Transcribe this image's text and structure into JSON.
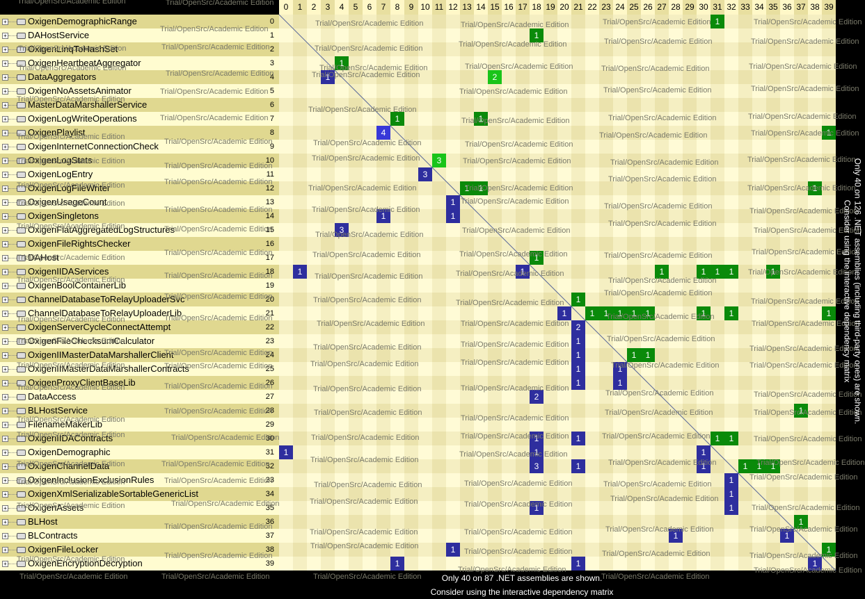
{
  "assemblies": [
    "OxigenDemographicRange",
    "DAHostService",
    "OxigenLinqToHashSet",
    "OxigenHeartbeatAggregator",
    "DataAggregators",
    "OxigenNoAssetsAnimator",
    "MasterDataMarshallerService",
    "OxigenLogWriteOperations",
    "OxigenPlaylist",
    "OxigenInternetConnectionCheck",
    "OxigenLogStats",
    "OxigenLogEntry",
    "OxigenLogFileWriter",
    "OxigenUsageCount",
    "OxigenSingletons",
    "OxigenFlatAggregatedLogStructures",
    "OxigenFileRightsChecker",
    "DAHost",
    "OxigenIIDAServices",
    "OxigenBoolContainerLib",
    "ChannelDatabaseToRelayUploaderSvc",
    "ChannelDatabaseToRelayUploaderLib",
    "OxigenServerCycleConnectAttempt",
    "OxigenFileChecksumCalculator",
    "OxigenIIMasterDataMarshallerClient",
    "OxigenIIMasterDataMarshallerContracts",
    "OxigenProxyClientBaseLib",
    "DataAccess",
    "BLHostService",
    "FilenameMakerLib",
    "OxigenIIDAContracts",
    "OxigenDemographic",
    "OxigenChannelData",
    "OxigenInclusionExclusionRules",
    "OxigenXmlSerializableSortableGenericList",
    "OxigenAssets",
    "BLHost",
    "BLContracts",
    "OxigenFileLocker",
    "OxigenEncryptionDecryption"
  ],
  "dependencies": [
    {
      "r": 0,
      "c": 31,
      "v": "1",
      "k": "g"
    },
    {
      "r": 1,
      "c": 18,
      "v": "1",
      "k": "g"
    },
    {
      "r": 3,
      "c": 4,
      "v": "1",
      "k": "g"
    },
    {
      "r": 4,
      "c": 3,
      "v": "1",
      "k": "b"
    },
    {
      "r": 4,
      "c": 15,
      "v": "2",
      "k": "l"
    },
    {
      "r": 7,
      "c": 8,
      "v": "1",
      "k": "g"
    },
    {
      "r": 7,
      "c": 14,
      "v": "1",
      "k": "g"
    },
    {
      "r": 8,
      "c": 7,
      "v": "4",
      "k": "p"
    },
    {
      "r": 8,
      "c": 39,
      "v": "1",
      "k": "g"
    },
    {
      "r": 10,
      "c": 11,
      "v": "3",
      "k": "l"
    },
    {
      "r": 11,
      "c": 10,
      "v": "3",
      "k": "b"
    },
    {
      "r": 12,
      "c": 13,
      "v": "1",
      "k": "g"
    },
    {
      "r": 12,
      "c": 14,
      "v": "1",
      "k": "g"
    },
    {
      "r": 12,
      "c": 38,
      "v": "1",
      "k": "g"
    },
    {
      "r": 13,
      "c": 12,
      "v": "1",
      "k": "b"
    },
    {
      "r": 14,
      "c": 7,
      "v": "1",
      "k": "b"
    },
    {
      "r": 14,
      "c": 12,
      "v": "1",
      "k": "b"
    },
    {
      "r": 15,
      "c": 4,
      "v": "3",
      "k": "b"
    },
    {
      "r": 17,
      "c": 18,
      "v": "1",
      "k": "g"
    },
    {
      "r": 18,
      "c": 1,
      "v": "1",
      "k": "b"
    },
    {
      "r": 18,
      "c": 17,
      "v": "1",
      "k": "b"
    },
    {
      "r": 18,
      "c": 27,
      "v": "1",
      "k": "g"
    },
    {
      "r": 18,
      "c": 30,
      "v": "1",
      "k": "g"
    },
    {
      "r": 18,
      "c": 31,
      "v": "1",
      "k": "g"
    },
    {
      "r": 18,
      "c": 32,
      "v": "1",
      "k": "g"
    },
    {
      "r": 18,
      "c": 35,
      "v": "1",
      "k": "g"
    },
    {
      "r": 20,
      "c": 21,
      "v": "1",
      "k": "g"
    },
    {
      "r": 21,
      "c": 20,
      "v": "1",
      "k": "b"
    },
    {
      "r": 21,
      "c": 22,
      "v": "1",
      "k": "g"
    },
    {
      "r": 21,
      "c": 23,
      "v": "1",
      "k": "g"
    },
    {
      "r": 21,
      "c": 24,
      "v": "1",
      "k": "g"
    },
    {
      "r": 21,
      "c": 25,
      "v": "1",
      "k": "g"
    },
    {
      "r": 21,
      "c": 26,
      "v": "1",
      "k": "g"
    },
    {
      "r": 21,
      "c": 30,
      "v": "1",
      "k": "g"
    },
    {
      "r": 21,
      "c": 32,
      "v": "1",
      "k": "g"
    },
    {
      "r": 21,
      "c": 39,
      "v": "1",
      "k": "g"
    },
    {
      "r": 22,
      "c": 21,
      "v": "2",
      "k": "b"
    },
    {
      "r": 23,
      "c": 21,
      "v": "1",
      "k": "b"
    },
    {
      "r": 24,
      "c": 21,
      "v": "1",
      "k": "b"
    },
    {
      "r": 24,
      "c": 25,
      "v": "1",
      "k": "g"
    },
    {
      "r": 24,
      "c": 26,
      "v": "1",
      "k": "g"
    },
    {
      "r": 25,
      "c": 21,
      "v": "1",
      "k": "b"
    },
    {
      "r": 25,
      "c": 24,
      "v": "1",
      "k": "b"
    },
    {
      "r": 26,
      "c": 21,
      "v": "1",
      "k": "b"
    },
    {
      "r": 26,
      "c": 24,
      "v": "1",
      "k": "b"
    },
    {
      "r": 27,
      "c": 18,
      "v": "2",
      "k": "b"
    },
    {
      "r": 28,
      "c": 37,
      "v": "1",
      "k": "g"
    },
    {
      "r": 30,
      "c": 18,
      "v": "1",
      "k": "b"
    },
    {
      "r": 30,
      "c": 21,
      "v": "1",
      "k": "b"
    },
    {
      "r": 30,
      "c": 31,
      "v": "1",
      "k": "g"
    },
    {
      "r": 30,
      "c": 32,
      "v": "1",
      "k": "g"
    },
    {
      "r": 31,
      "c": 0,
      "v": "1",
      "k": "b"
    },
    {
      "r": 31,
      "c": 18,
      "v": "1",
      "k": "b"
    },
    {
      "r": 31,
      "c": 30,
      "v": "1",
      "k": "b"
    },
    {
      "r": 32,
      "c": 18,
      "v": "3",
      "k": "b"
    },
    {
      "r": 32,
      "c": 21,
      "v": "1",
      "k": "b"
    },
    {
      "r": 32,
      "c": 30,
      "v": "1",
      "k": "b"
    },
    {
      "r": 32,
      "c": 33,
      "v": "1",
      "k": "g"
    },
    {
      "r": 32,
      "c": 34,
      "v": "1",
      "k": "g"
    },
    {
      "r": 32,
      "c": 35,
      "v": "1",
      "k": "g"
    },
    {
      "r": 33,
      "c": 32,
      "v": "1",
      "k": "b"
    },
    {
      "r": 34,
      "c": 32,
      "v": "1",
      "k": "b"
    },
    {
      "r": 35,
      "c": 18,
      "v": "1",
      "k": "b"
    },
    {
      "r": 35,
      "c": 32,
      "v": "1",
      "k": "b"
    },
    {
      "r": 36,
      "c": 37,
      "v": "1",
      "k": "g"
    },
    {
      "r": 37,
      "c": 28,
      "v": "1",
      "k": "b"
    },
    {
      "r": 37,
      "c": 36,
      "v": "1",
      "k": "b"
    },
    {
      "r": 38,
      "c": 12,
      "v": "1",
      "k": "b"
    },
    {
      "r": 38,
      "c": 39,
      "v": "1",
      "k": "g"
    },
    {
      "r": 39,
      "c": 8,
      "v": "1",
      "k": "b"
    },
    {
      "r": 39,
      "c": 21,
      "v": "1",
      "k": "b"
    },
    {
      "r": 39,
      "c": 38,
      "v": "1",
      "k": "b"
    }
  ],
  "colors": {
    "g": "#0a8a0a",
    "l": "#19c419",
    "b": "#2e2e9e",
    "p": "#3838d8"
  },
  "watermark": "Trial/OpenSrc/Academic Edition",
  "right_note": [
    "Only 40 on 126 .NET assemblies (including third-party ones) are shown.",
    "Consider using the interactive dependency matrix"
  ],
  "bottom_note": [
    "Only 40 on 87 .NET assemblies are shown.",
    "Consider using the interactive dependency matrix"
  ]
}
